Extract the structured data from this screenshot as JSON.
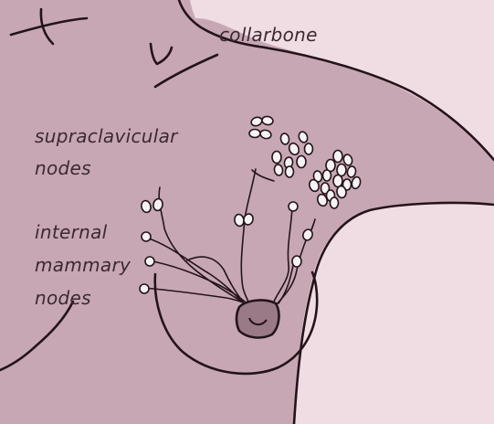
{
  "labels": {
    "collarbone": "collarbone",
    "supraclavicular_line1": "supraclavicular",
    "supraclavicular_line2": "nodes",
    "internal_line1": "internal",
    "internal_line2": "mammary",
    "internal_line3": "nodes"
  },
  "colors": {
    "background": "#f0dde4",
    "skin": "#c8a7b5",
    "outline": "#241419",
    "node_fill": "#f5f2f3",
    "areola": "#9a7a87"
  },
  "icons": [
    "node-icon",
    "nipple-icon"
  ]
}
